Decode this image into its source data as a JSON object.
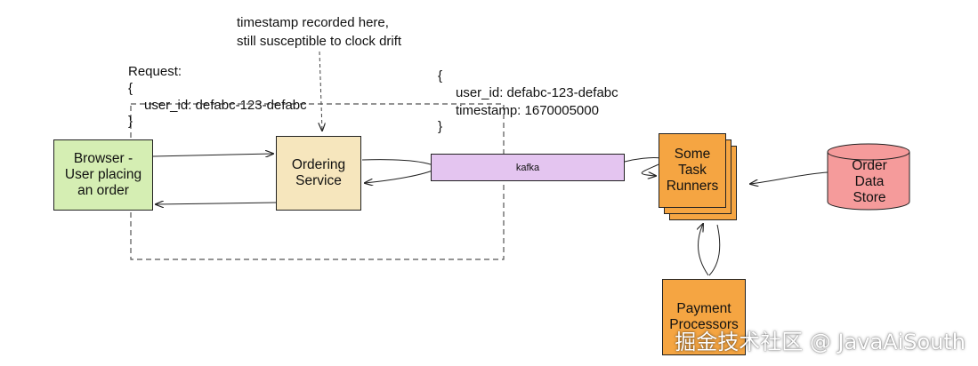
{
  "annotation": {
    "line1": "timestamp recorded here,",
    "line2": "still susceptible to clock drift"
  },
  "request": {
    "label": "Request:",
    "open": "{",
    "field": "user_id: defabc-123-defabc",
    "close": "}"
  },
  "message": {
    "open": "{",
    "field1": "user_id: defabc-123-defabc",
    "field2": "timestamp: 1670005000",
    "close": "}"
  },
  "nodes": {
    "browser": "Browser -\nUser placing\nan order",
    "ordering": "Ordering\nService",
    "kafka": "kafka",
    "runners": "Some\nTask\nRunners",
    "store": "Order\nData\nStore",
    "payment": "Payment\nProcessors"
  },
  "watermark": "掘金技术社区 @ JavaAiSouth",
  "colors": {
    "browser": "#d5eeb3",
    "ordering": "#f6e6bd",
    "kafka": "#e4c5f0",
    "runners": "#f5a542",
    "store": "#f59b9b",
    "payment": "#f5a542"
  }
}
